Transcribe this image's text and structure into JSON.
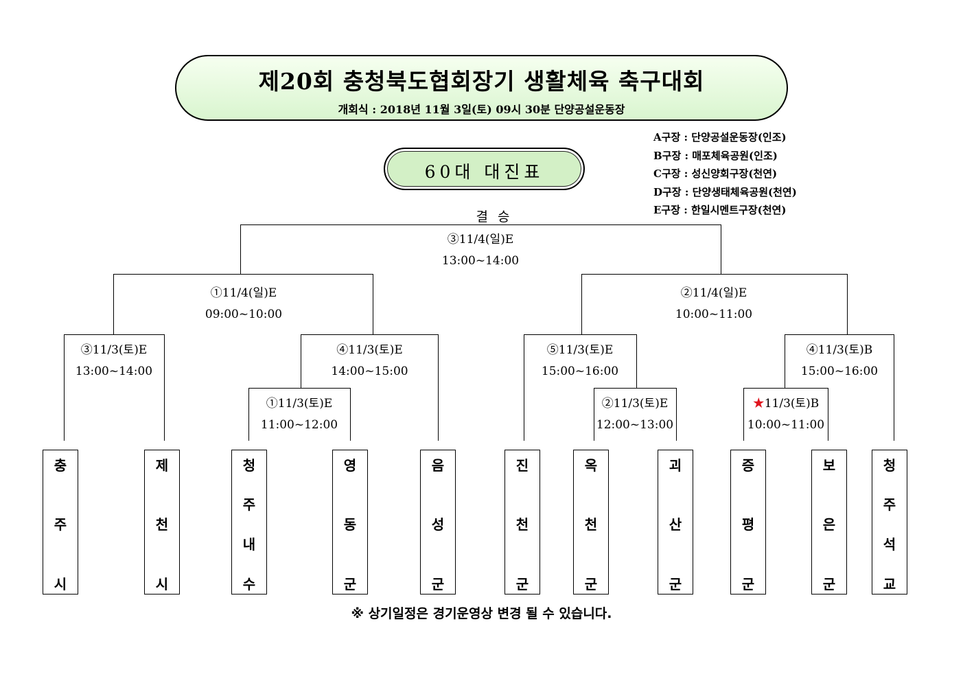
{
  "header": {
    "title": "제20회 충청북도협회장기 생활체육 축구대회",
    "subtitle": "개회식 : 2018년 11월 3일(토) 09시 30분 단양공설운동장"
  },
  "bracket_title": "60대 대진표",
  "venues": [
    "A구장 : 단양공설운동장(인조)",
    "B구장 : 매포체육공원(인조)",
    "C구장 : 성신양회구장(천연)",
    "D구장 : 단양생태체육공원(천연)",
    "E구장 : 한일시멘트구장(천연)"
  ],
  "final_label": "결승",
  "matches": {
    "final": {
      "date": "③11/4(일)E",
      "time": "13:00~14:00"
    },
    "semi_left": {
      "date": "①11/4(일)E",
      "time": "09:00~10:00"
    },
    "semi_right": {
      "date": "②11/4(일)E",
      "time": "10:00~11:00"
    },
    "qf1": {
      "date": "③11/3(토)E",
      "time": "13:00~14:00"
    },
    "qf2": {
      "date": "④11/3(토)E",
      "time": "14:00~15:00"
    },
    "qf3": {
      "date": "⑤11/3(토)E",
      "time": "15:00~16:00"
    },
    "qf4": {
      "date": "④11/3(토)B",
      "time": "15:00~16:00"
    },
    "r1a": {
      "date": "①11/3(토)E",
      "time": "11:00~12:00"
    },
    "r1b": {
      "date": "②11/3(토)E",
      "time": "12:00~13:00"
    },
    "r1c": {
      "star": "★",
      "date": "11/3(토)B",
      "time": "10:00~11:00"
    }
  },
  "teams": [
    [
      "충",
      "주",
      "시"
    ],
    [
      "제",
      "천",
      "시"
    ],
    [
      "청",
      "주",
      "내",
      "수"
    ],
    [
      "영",
      "동",
      "군"
    ],
    [
      "음",
      "성",
      "군"
    ],
    [
      "진",
      "천",
      "군"
    ],
    [
      "옥",
      "천",
      "군"
    ],
    [
      "괴",
      "산",
      "군"
    ],
    [
      "증",
      "평",
      "군"
    ],
    [
      "보",
      "은",
      "군"
    ],
    [
      "청",
      "주",
      "석",
      "교"
    ]
  ],
  "note": "※ 상기일정은 경기운영상 변경 될 수 있습니다."
}
